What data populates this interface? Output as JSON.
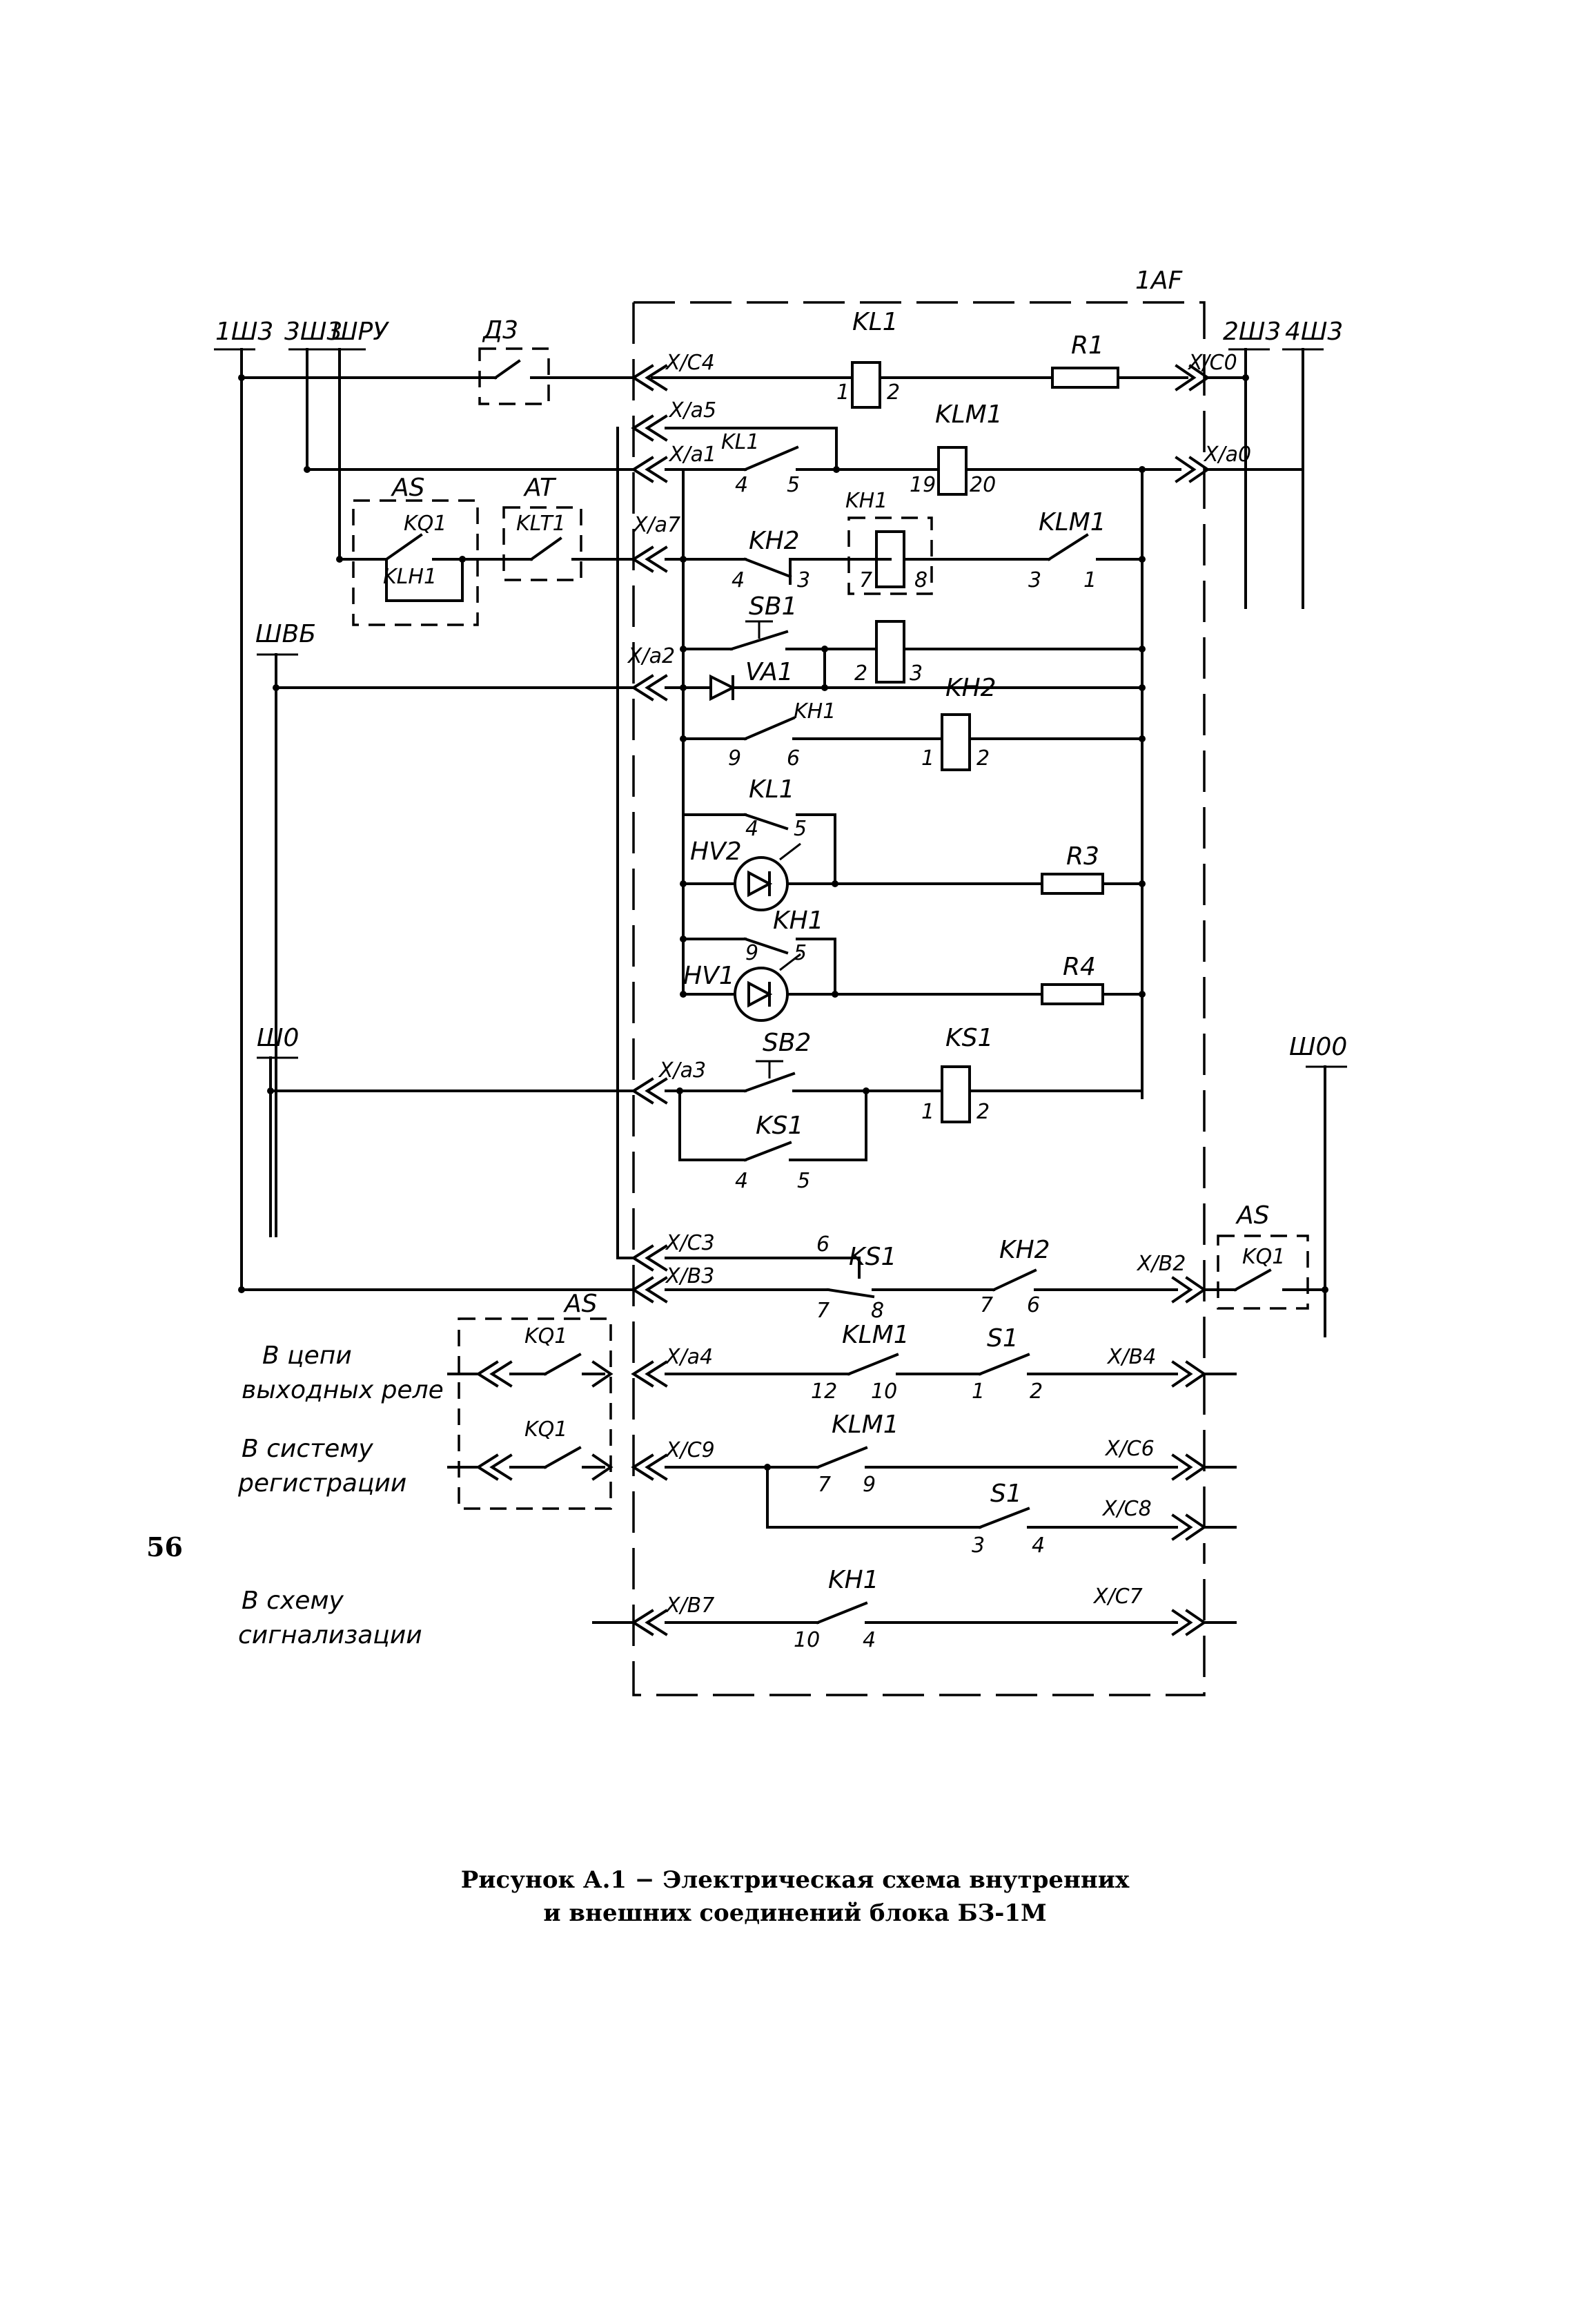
{
  "figure": {
    "block_label": "1AF",
    "bus_left": [
      "1Ш3",
      "3Ш3",
      "ШРУ",
      "ШВБ",
      "Ш0"
    ],
    "bus_right": [
      "2Ш3",
      "4Ш3",
      "Ш00"
    ],
    "external_boxes": [
      "Д3",
      "AS",
      "AT",
      "KQ1",
      "KLH1",
      "KLT1"
    ],
    "terminals": [
      "X/C4",
      "X/a5",
      "X/a1",
      "X/a7",
      "X/a2",
      "X/a3",
      "X/C3",
      "X/B3",
      "X/a4",
      "X/C9",
      "X/B7",
      "X/C0",
      "X/a0",
      "X/B2",
      "X/B4",
      "X/C6",
      "X/C8",
      "X/C7"
    ],
    "components": {
      "KL1": "KL1",
      "R1": "R1",
      "KLM1": "KLM1",
      "KH1": "KH1",
      "KH2": "KH2",
      "SB1": "SB1",
      "VA1": "VA1",
      "R3": "R3",
      "R4": "R4",
      "HV1": "HV1",
      "HV2": "HV2",
      "SB2": "SB2",
      "KS1": "KS1",
      "S1": "S1",
      "AS": "AS",
      "KQ1": "KQ1"
    },
    "pins": [
      "1",
      "2",
      "3",
      "4",
      "5",
      "6",
      "7",
      "8",
      "9",
      "10",
      "12",
      "19",
      "20"
    ],
    "external_labels": {
      "out_relay_1": "В цепи",
      "out_relay_2": "выходных реле",
      "registration_1": "В систему",
      "registration_2": "регистрации",
      "signaling_1": "В схему",
      "signaling_2": "сигнализации"
    }
  },
  "caption": {
    "line1": "Рисунок А.1 − Электрическая схема внутренних",
    "line2": "и внешних соединений блока БЗ-1М"
  },
  "page_number": "56"
}
